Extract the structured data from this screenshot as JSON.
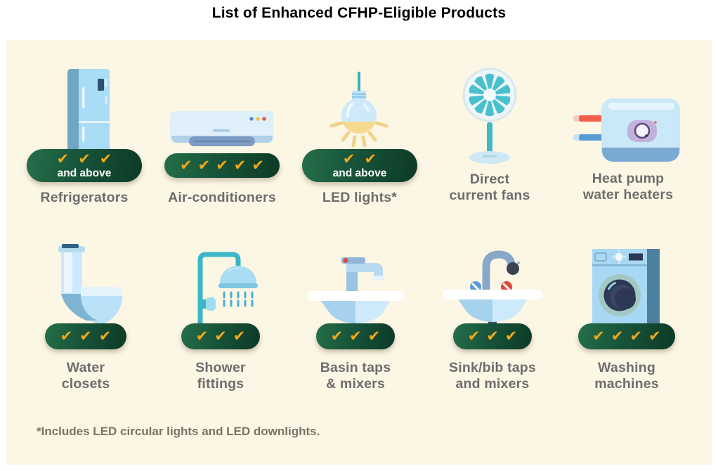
{
  "title": "List of Enhanced CFHP-Eligible Products",
  "footnote": "*Includes LED circular lights and LED downlights.",
  "colors": {
    "panel_background": "#fcf6e5",
    "badge_green_start": "#256f4a",
    "badge_green_end": "#0d3a26",
    "check_gold": "#f0a91c",
    "label_gray": "#6d6d6d",
    "title_color": "#000000",
    "qualifier_text": "#ffffff"
  },
  "products": [
    {
      "label": "Refrigerators",
      "icon": "refrigerator-icon",
      "tick_count": 3,
      "checks": "✔✔✔",
      "qualifier": "and above"
    },
    {
      "label": "Air-conditioners",
      "icon": "air-conditioner-icon",
      "tick_count": 5,
      "checks": "✔✔✔✔✔",
      "qualifier": ""
    },
    {
      "label": "LED lights*",
      "icon": "led-bulb-icon",
      "tick_count": 2,
      "checks": "✔✔",
      "qualifier": "and above"
    },
    {
      "label": "Direct\ncurrent fans",
      "icon": "pedestal-fan-icon",
      "tick_count": 0,
      "checks": "",
      "qualifier": ""
    },
    {
      "label": "Heat pump\nwater heaters",
      "icon": "water-heater-icon",
      "tick_count": 0,
      "checks": "",
      "qualifier": ""
    },
    {
      "label": "Water\nclosets",
      "icon": "toilet-icon",
      "tick_count": 3,
      "checks": "✔✔✔",
      "qualifier": ""
    },
    {
      "label": "Shower\nfittings",
      "icon": "shower-icon",
      "tick_count": 3,
      "checks": "✔✔✔",
      "qualifier": ""
    },
    {
      "label": "Basin taps\n& mixers",
      "icon": "basin-tap-icon",
      "tick_count": 3,
      "checks": "✔✔✔",
      "qualifier": ""
    },
    {
      "label": "Sink/bib taps\nand mixers",
      "icon": "sink-tap-icon",
      "tick_count": 3,
      "checks": "✔✔✔",
      "qualifier": ""
    },
    {
      "label": "Washing\nmachines",
      "icon": "washing-machine-icon",
      "tick_count": 4,
      "checks": "✔✔✔✔",
      "qualifier": ""
    }
  ]
}
